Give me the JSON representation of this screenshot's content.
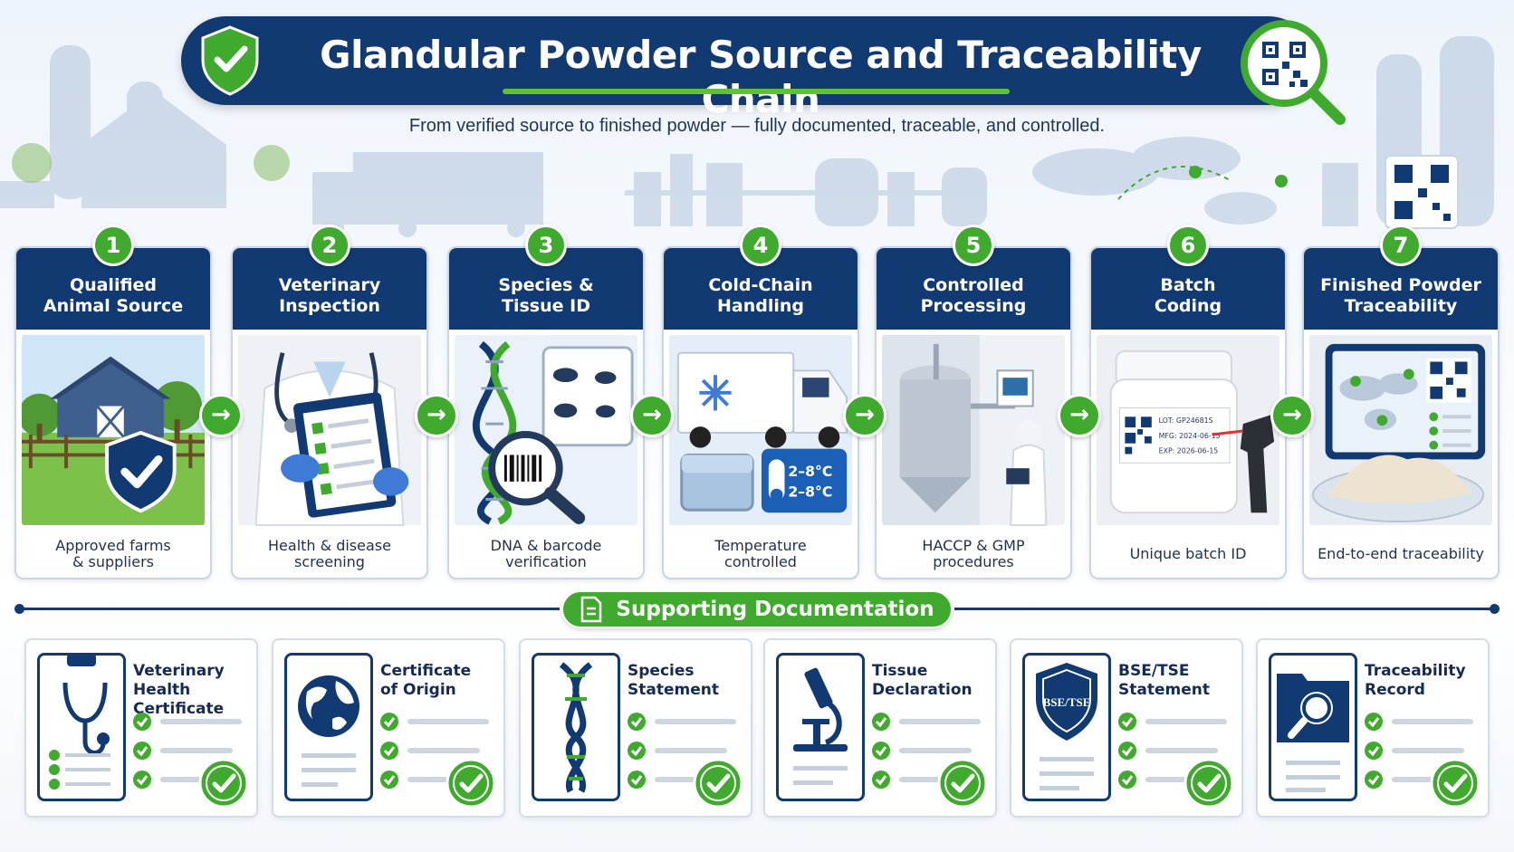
{
  "title": "Glandular Powder Source and Traceability Chain",
  "subtitle": "From verified source to finished powder — fully documented, traceable, and controlled.",
  "colors": {
    "navy": "#123a72",
    "green": "#3faa2d",
    "light_green": "#5fc235"
  },
  "steps": [
    {
      "number": "1",
      "title": "Qualified\nAnimal Source",
      "caption": "Approved farms\n& suppliers",
      "icon": "farm-shield-image"
    },
    {
      "number": "2",
      "title": "Veterinary\nInspection",
      "caption": "Health & disease\nscreening",
      "icon": "veterinarian-clipboard-image"
    },
    {
      "number": "3",
      "title": "Species &\nTissue ID",
      "caption": "DNA & barcode\nverification",
      "icon": "dna-barcode-image"
    },
    {
      "number": "4",
      "title": "Cold-Chain\nHandling",
      "caption": "Temperature\ncontrolled",
      "icon": "refrigerated-truck-image",
      "temp_label_1": "2–8°C",
      "temp_label_2": "2–8°C"
    },
    {
      "number": "5",
      "title": "Controlled\nProcessing",
      "caption": "HACCP & GMP\nprocedures",
      "icon": "processing-facility-image"
    },
    {
      "number": "6",
      "title": "Batch\nCoding",
      "caption": "Unique batch ID",
      "icon": "batch-jar-scanner-image",
      "label_lot": "LOT: GP24681S",
      "label_mfg": "MFG: 2024-06-15",
      "label_exp": "EXP: 2026-06-15"
    },
    {
      "number": "7",
      "title": "Finished Powder\nTraceability",
      "caption": "End-to-end traceability",
      "icon": "powder-tablet-map-image"
    }
  ],
  "documentation": {
    "heading": "Supporting Documentation",
    "items": [
      {
        "title": "Veterinary Health\nCertificate",
        "icon": "clipboard-stethoscope-icon"
      },
      {
        "title": "Certificate\nof Origin",
        "icon": "globe-icon"
      },
      {
        "title": "Species\nStatement",
        "icon": "dna-icon"
      },
      {
        "title": "Tissue\nDeclaration",
        "icon": "microscope-icon"
      },
      {
        "title": "BSE/TSE\nStatement",
        "icon": "bse-tse-shield-icon",
        "shield_label": "BSE/TSE"
      },
      {
        "title": "Traceability\nRecord",
        "icon": "folder-magnifier-icon"
      }
    ]
  }
}
